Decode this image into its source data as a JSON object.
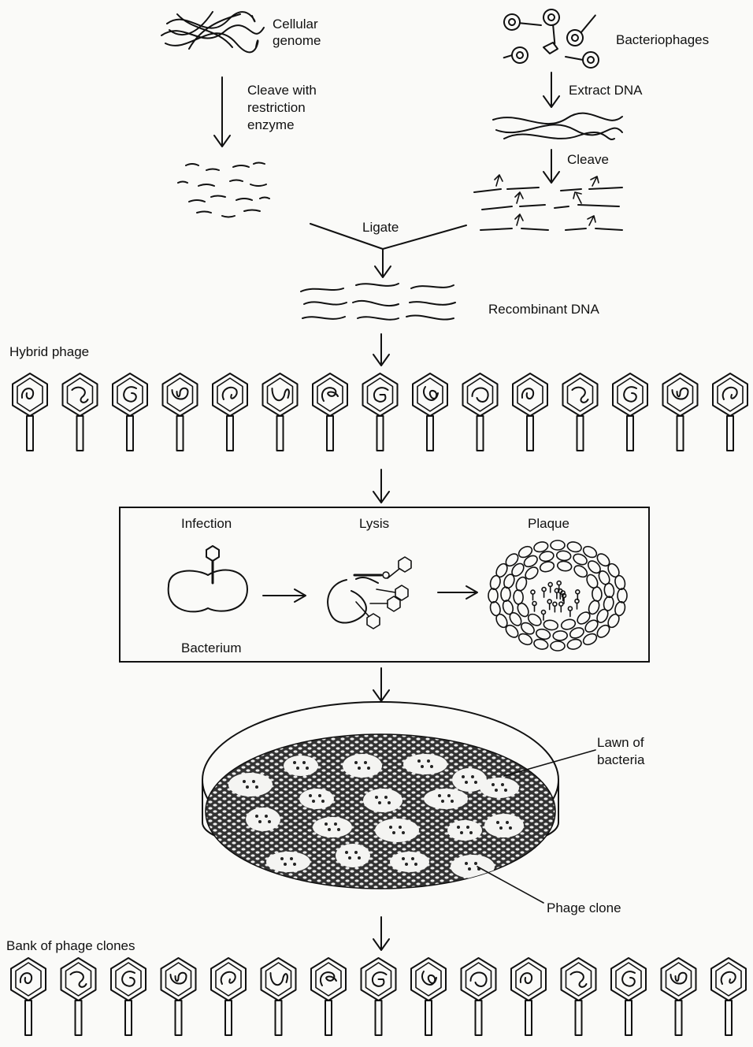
{
  "labels": {
    "cellular_genome": "Cellular\ngenome",
    "bacteriophages": "Bacteriophages",
    "cleave_restriction": "Cleave with\nrestriction\nenzyme",
    "extract_dna": "Extract DNA",
    "cleave": "Cleave",
    "ligate": "Ligate",
    "recombinant_dna": "Recombinant DNA",
    "hybrid_phage": "Hybrid phage",
    "infection": "Infection",
    "lysis": "Lysis",
    "plaque": "Plaque",
    "bacterium": "Bacterium",
    "lawn_of_bacteria": "Lawn of\nbacteria",
    "phage_clone": "Phage clone",
    "bank_of_phage_clones": "Bank of phage clones"
  },
  "hybrid_phage_count": 15,
  "bank_phage_count": 15,
  "colors": {
    "ink": "#111111",
    "paper": "#fafaf8"
  }
}
